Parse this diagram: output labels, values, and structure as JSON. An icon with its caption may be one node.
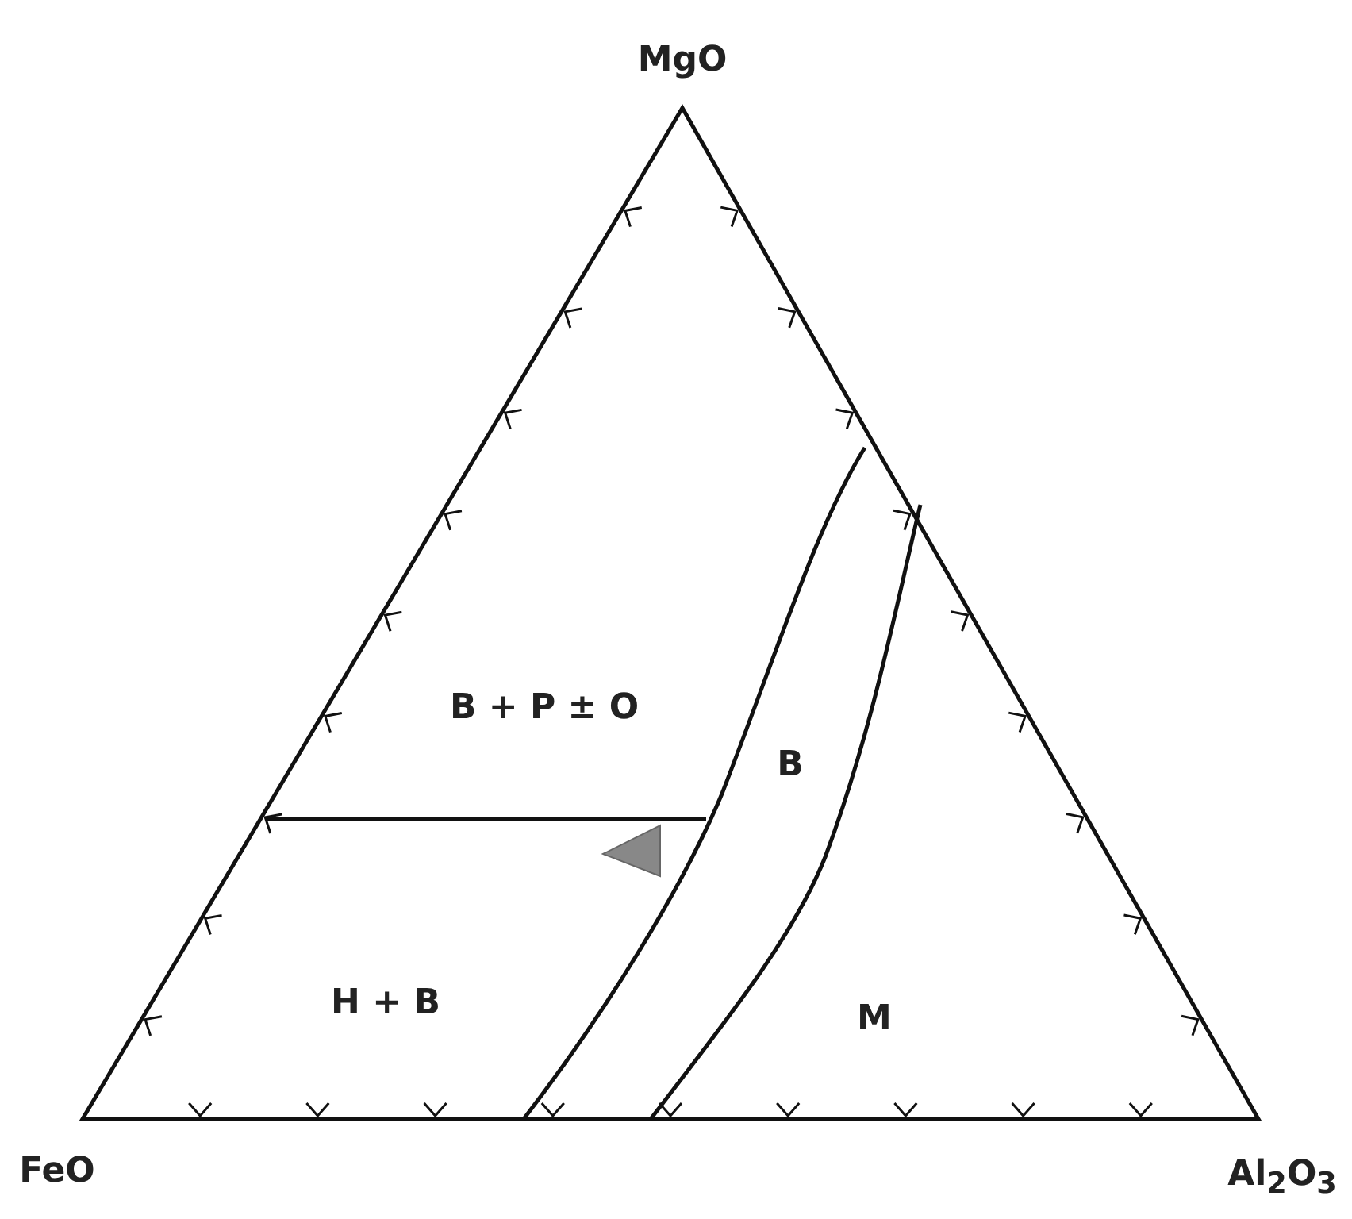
{
  "diagram": {
    "labels": [
      "MgO",
      "B + P ± O",
      "B",
      "H + B",
      "M",
      "FeO",
      "Al$_{2}$O$_{3}$"
    ]
  }
}
